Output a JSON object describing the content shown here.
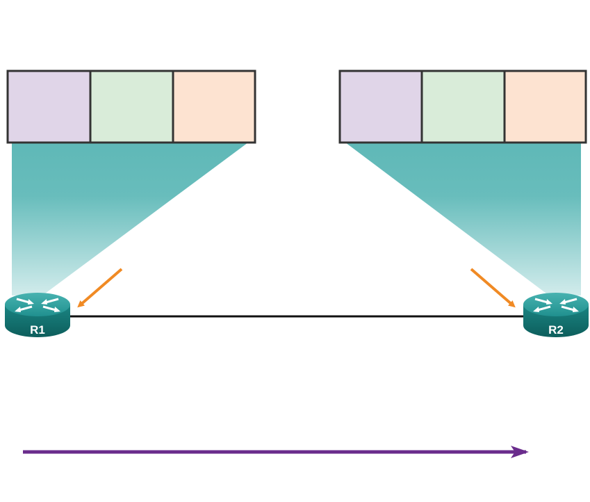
{
  "colors": {
    "frame_segment_1": "#e0d5e8",
    "frame_segment_2": "#d9ecd9",
    "frame_segment_3": "#fde3d1",
    "frame_border": "#333333",
    "projection_teal": "#5fb8b7",
    "router_teal": "#1f8e8e",
    "link": "#111111",
    "pointer_arrow": "#f08a24",
    "direction_arrow": "#6a2c8c"
  },
  "routers": [
    {
      "label": "R1",
      "icon": "router-icon"
    },
    {
      "label": "R2",
      "icon": "router-icon"
    }
  ],
  "frames": [
    {
      "segments": [
        "segment-1",
        "segment-2",
        "segment-3"
      ]
    },
    {
      "segments": [
        "segment-1",
        "segment-2",
        "segment-3"
      ]
    }
  ],
  "direction": "left-to-right"
}
